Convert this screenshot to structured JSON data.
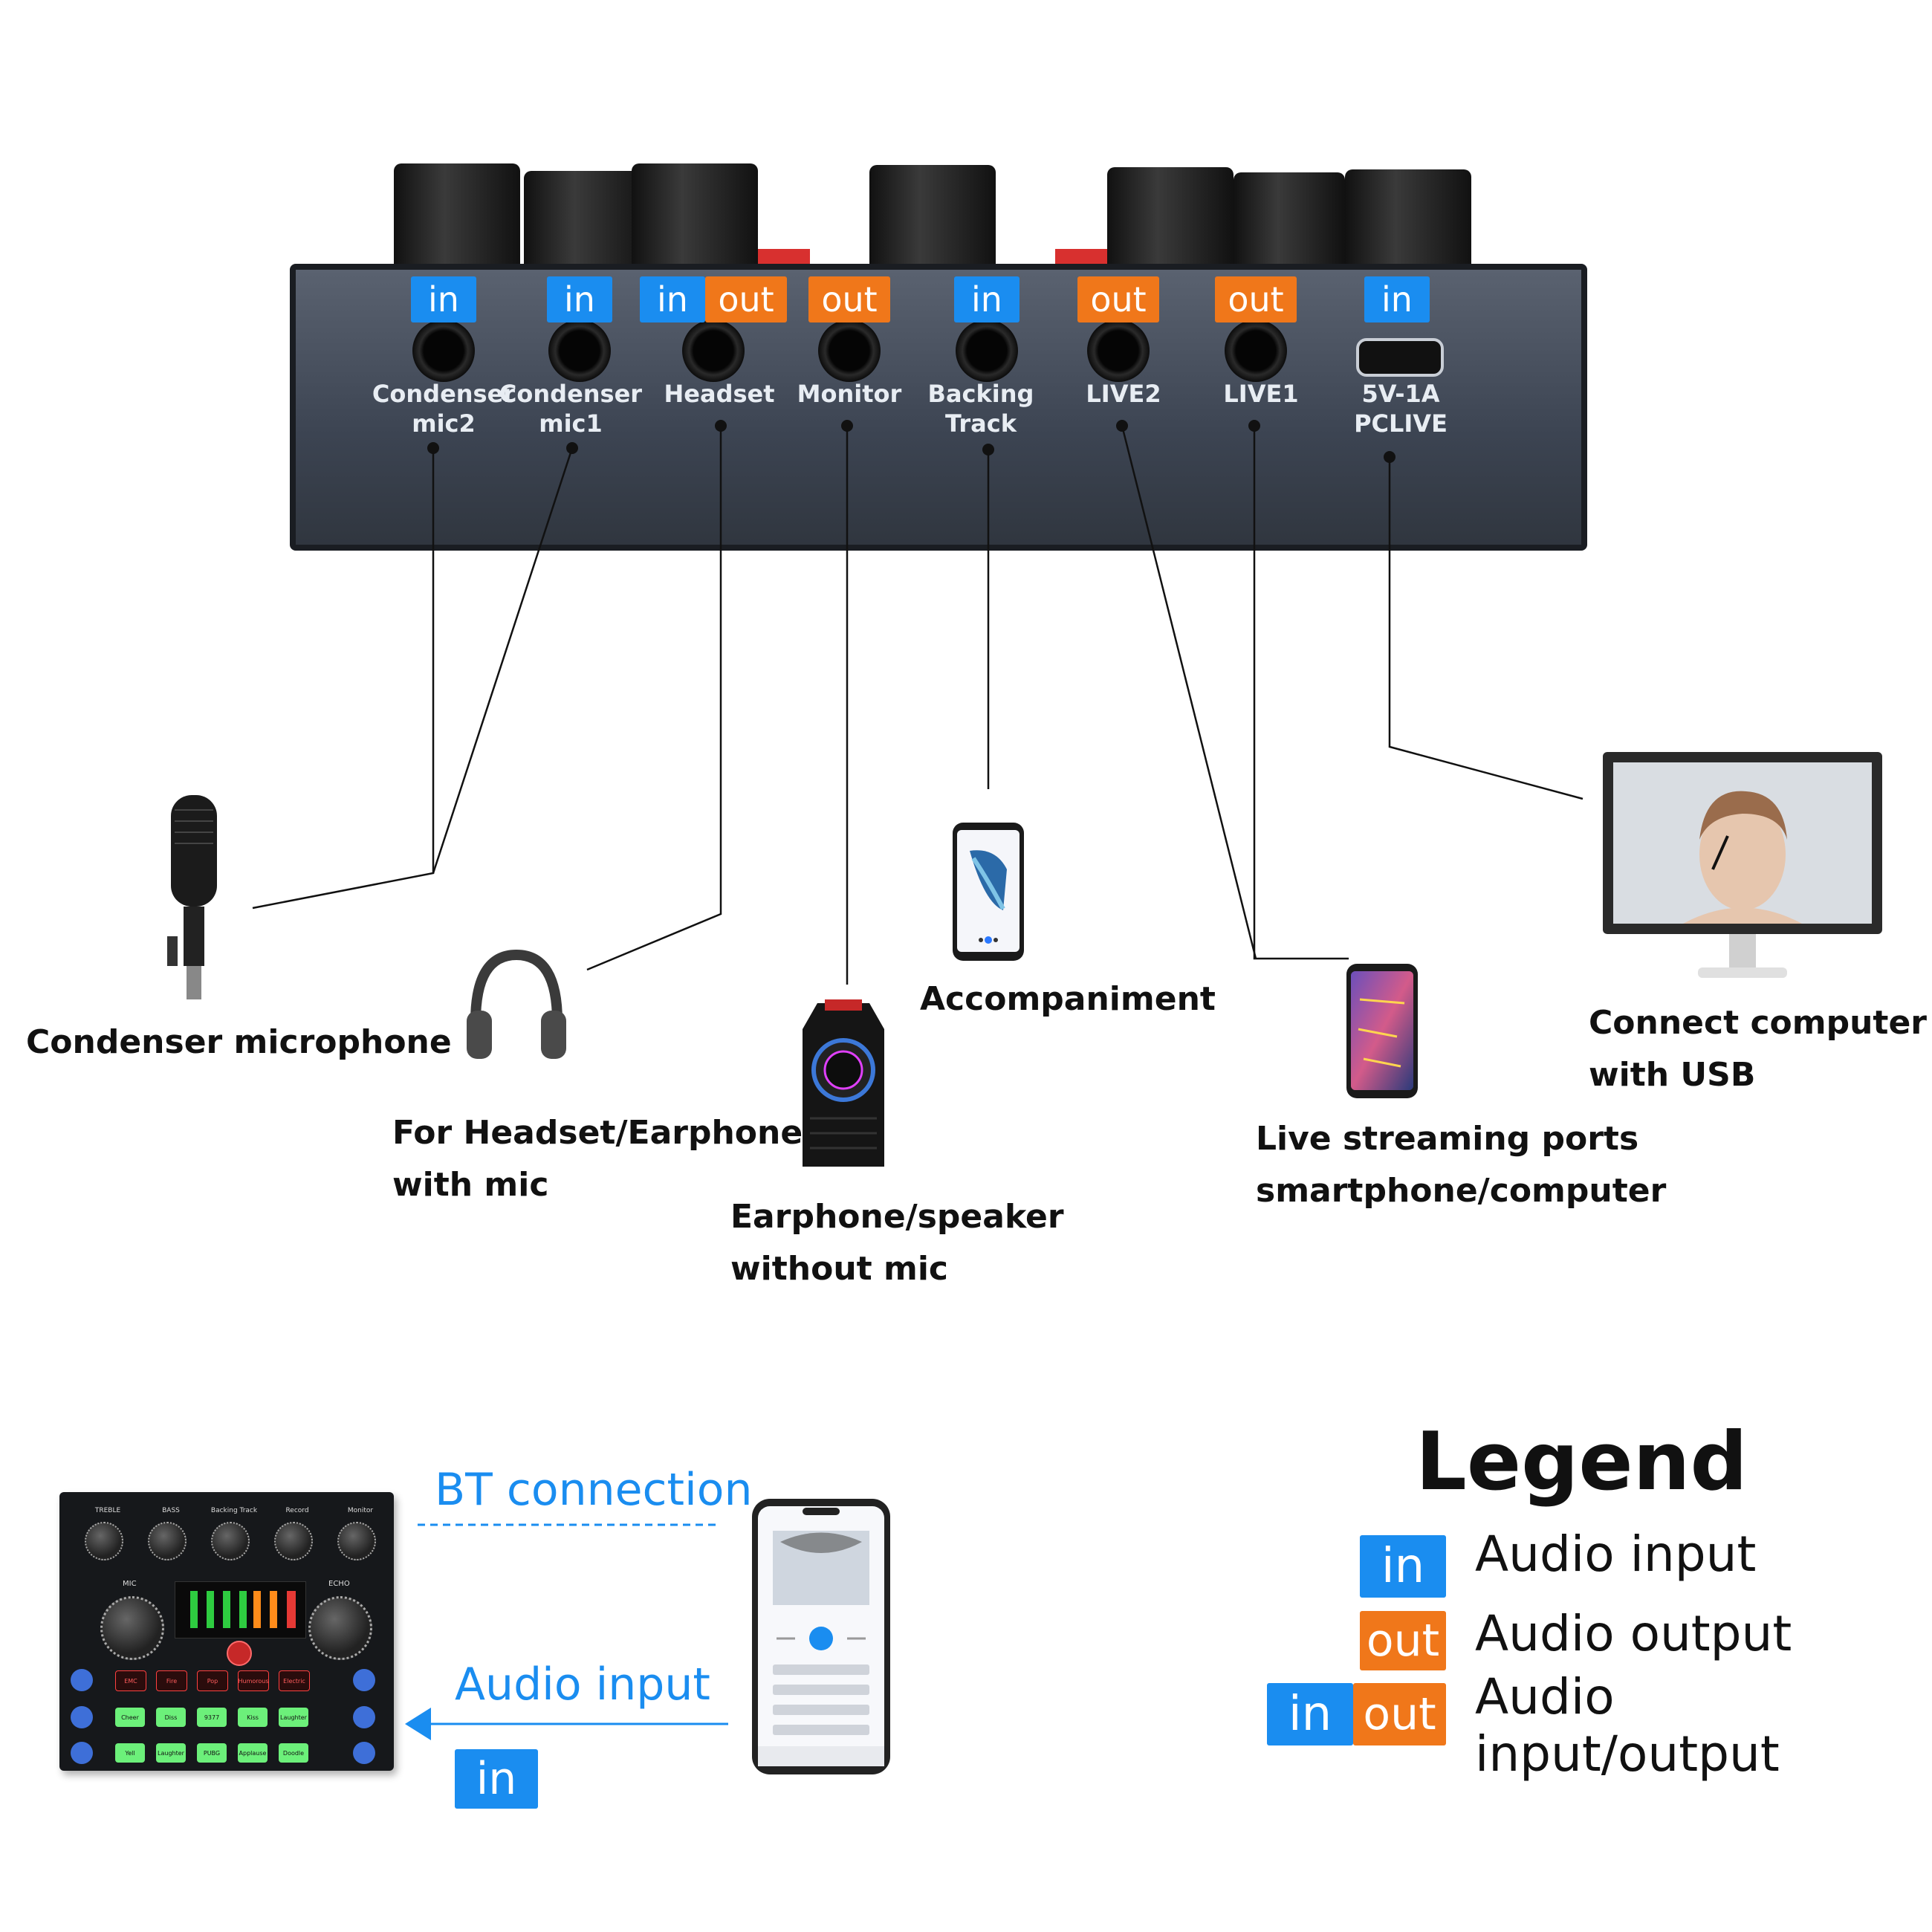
{
  "ports": [
    {
      "label": "Condenser\nmic2",
      "tags": [
        "in"
      ]
    },
    {
      "label": "Condenser\nmic1",
      "tags": [
        "in"
      ]
    },
    {
      "label": "Headset",
      "tags": [
        "in",
        "out"
      ]
    },
    {
      "label": "Monitor",
      "tags": [
        "out"
      ]
    },
    {
      "label": "Backing\nTrack",
      "tags": [
        "in"
      ]
    },
    {
      "label": "LIVE2",
      "tags": [
        "out"
      ]
    },
    {
      "label": "LIVE1",
      "tags": [
        "out"
      ]
    },
    {
      "label": "5V-1A\nPCLIVE",
      "tags": [
        "in"
      ]
    }
  ],
  "tag_text": {
    "in": "in",
    "out": "out"
  },
  "colors": {
    "in": "#1a8df0",
    "out": "#f0771a",
    "panel": "#3c4452",
    "knob": "#1e1e1e"
  },
  "devices": {
    "microphone": "Condenser microphone",
    "headset": "For Headset/Earphone\nwith mic",
    "speaker": "Earphone/speaker\nwithout mic",
    "accompaniment": "Accompaniment",
    "live": "Live streaming ports\nsmartphone/computer",
    "computer": "Connect computer\nwith USB"
  },
  "bottom": {
    "bt_connection": "BT connection",
    "audio_input": "Audio input",
    "in_tag": "in",
    "mixer_knobs": [
      "TREBLE",
      "BASS",
      "Backing Track",
      "Record",
      "Monitor"
    ],
    "mixer_big_knobs": [
      "MIC",
      "ECHO"
    ],
    "mixer_buttons_row1": [
      "EMC",
      "Fire",
      "Pop",
      "Humorous",
      "Electric"
    ],
    "mixer_buttons_row2": [
      "Cheer",
      "Diss",
      "9377",
      "Kiss",
      "Laughter"
    ],
    "mixer_buttons_row3": [
      "Yell",
      "Laughter",
      "PUBG",
      "Applause",
      "Doodle"
    ]
  },
  "legend": {
    "title": "Legend",
    "items": [
      {
        "tags": [
          "in"
        ],
        "text": "Audio input"
      },
      {
        "tags": [
          "out"
        ],
        "text": "Audio output"
      },
      {
        "tags": [
          "in",
          "out"
        ],
        "text": "Audio input/output"
      }
    ]
  }
}
